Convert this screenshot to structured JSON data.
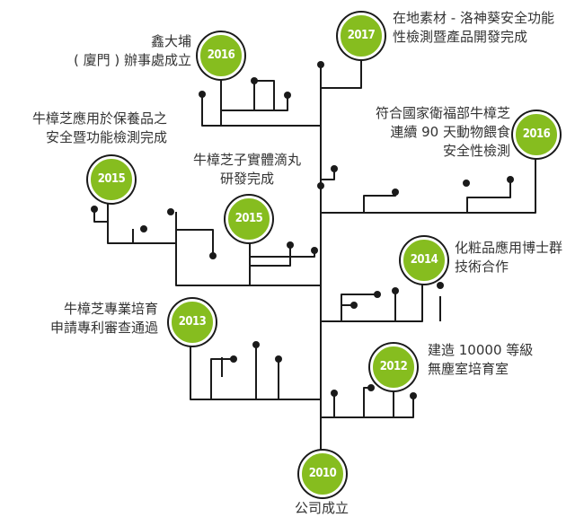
{
  "colors": {
    "badge": "#86bd1f",
    "line": "#1a1a1a",
    "text": "#333333"
  },
  "milestones": [
    {
      "year": "2010",
      "lines": [
        "公司成立"
      ]
    },
    {
      "year": "2012",
      "lines": [
        "建造 10000 等級",
        "無塵室培育室"
      ]
    },
    {
      "year": "2013",
      "lines": [
        "牛樟芝專業培育",
        "申請專利審查通過"
      ]
    },
    {
      "year": "2014",
      "lines": [
        "化粧品應用博士群",
        "技術合作"
      ]
    },
    {
      "year": "2015",
      "lines": [
        "牛樟芝子實體滴丸",
        "研發完成"
      ]
    },
    {
      "year": "2015",
      "lines": [
        "牛樟芝應用於保養品之",
        "安全暨功能檢測完成"
      ]
    },
    {
      "year": "2016",
      "lines": [
        "符合國家衛福部牛樟芝",
        "連續 90 天動物餵食",
        "安全性檢測"
      ]
    },
    {
      "year": "2016",
      "lines": [
        "鑫大埔",
        "( 廈門 ) 辦事處成立"
      ]
    },
    {
      "year": "2017",
      "lines": [
        "在地素材 - 洛神葵安全功能",
        "性檢測暨產品開發完成"
      ]
    }
  ]
}
